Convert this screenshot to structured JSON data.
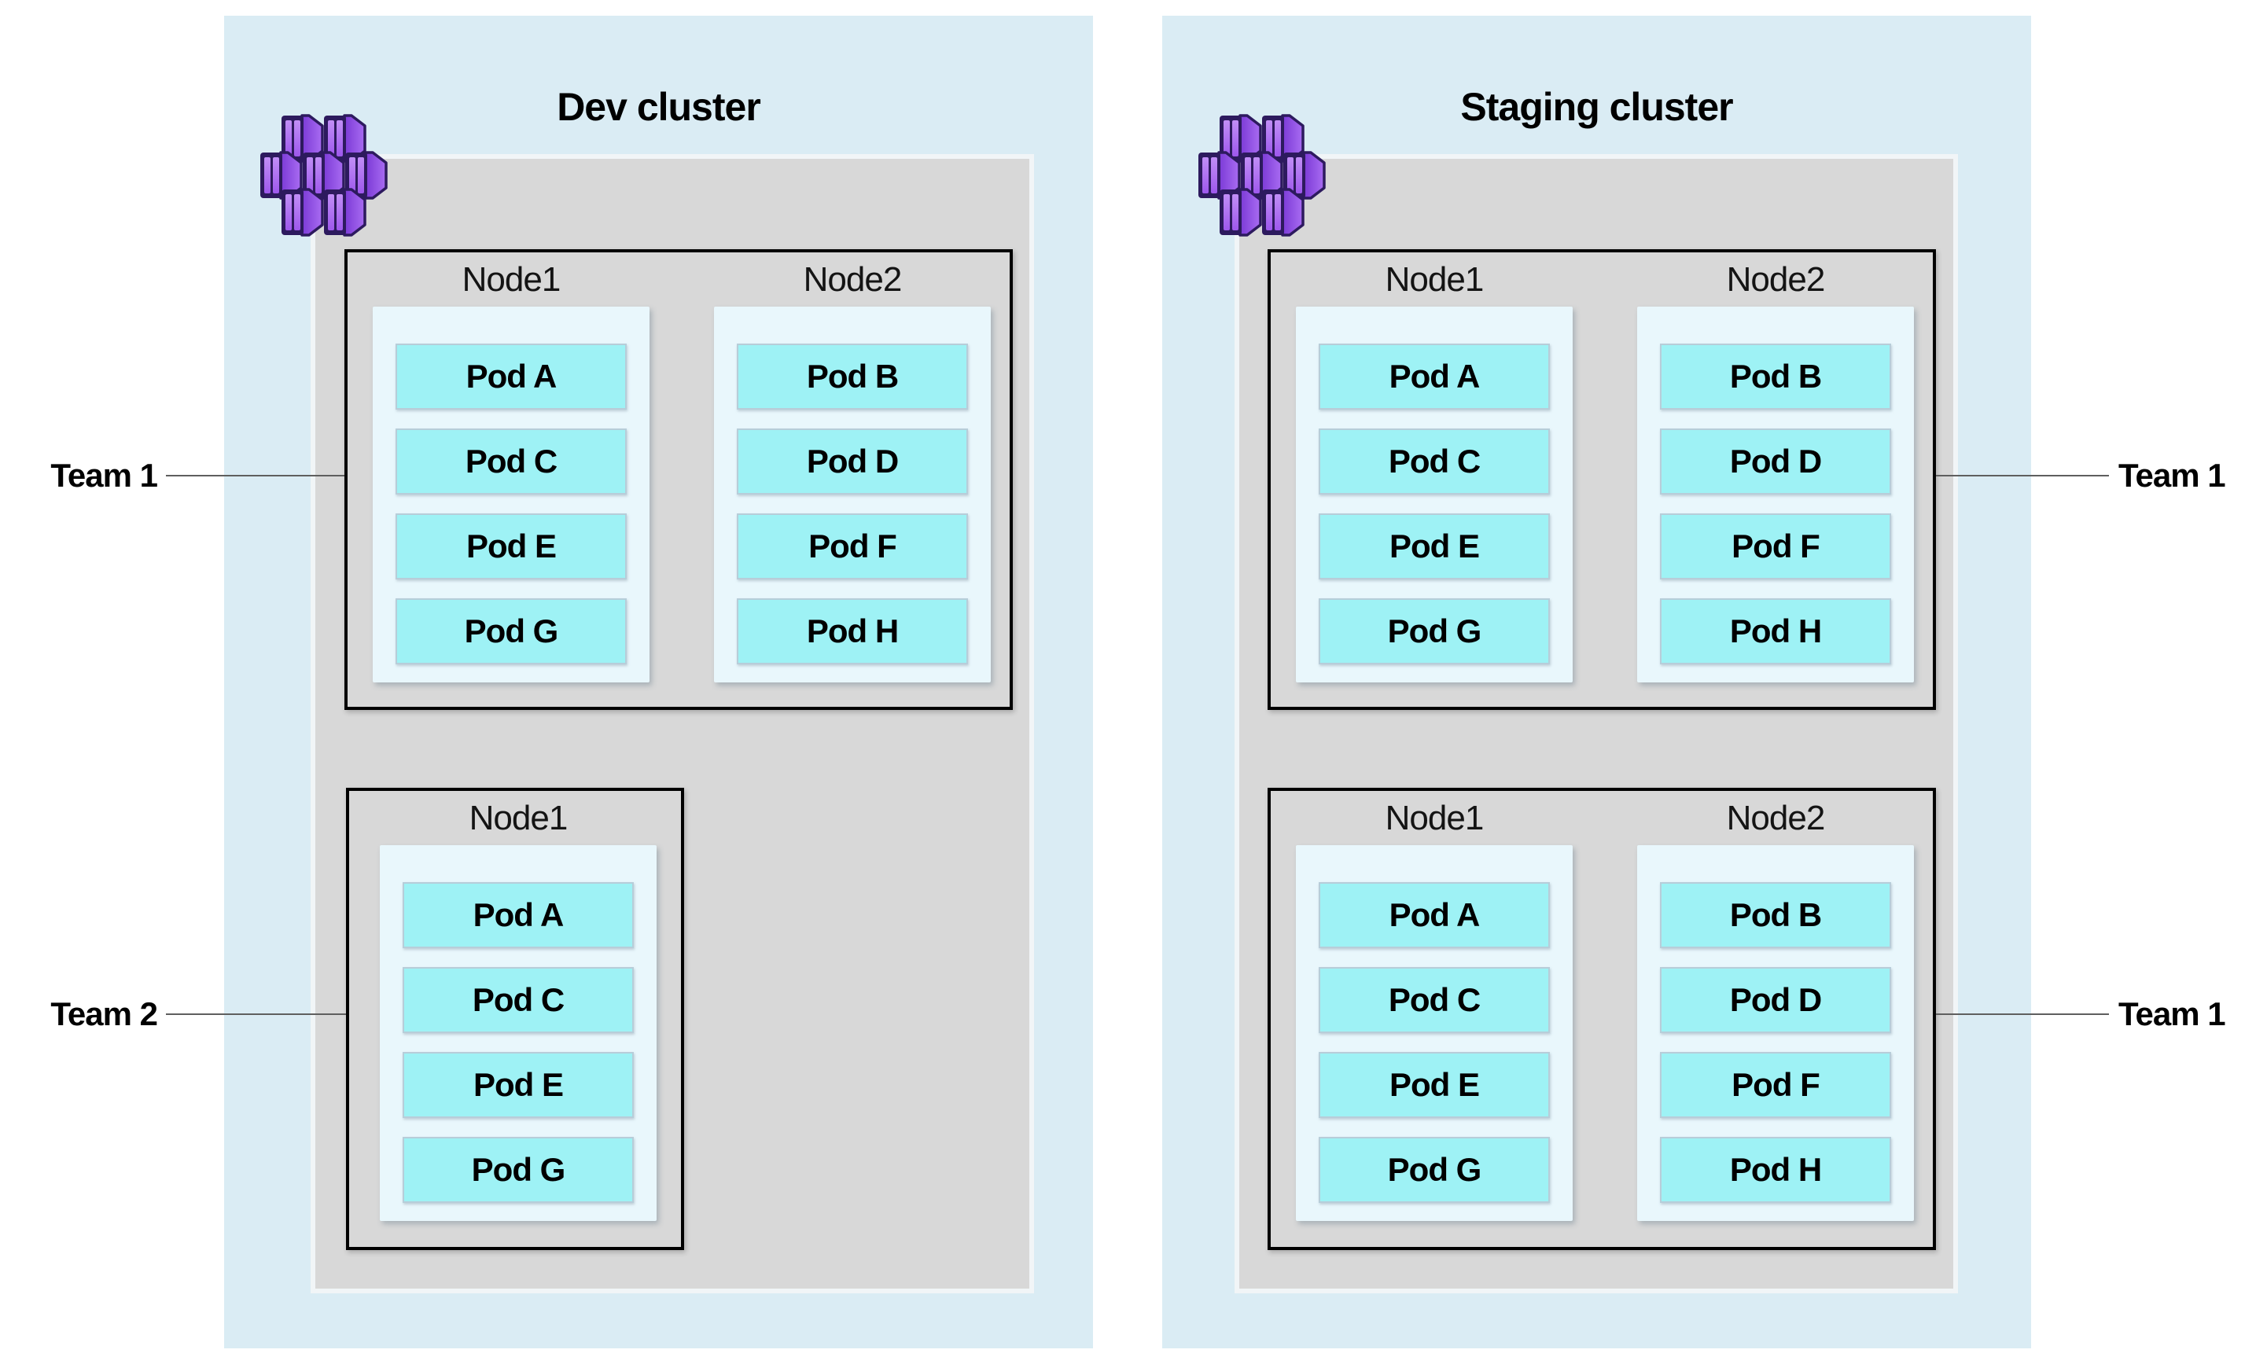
{
  "clusters": [
    {
      "title": "Dev cluster",
      "groups": [
        {
          "team": "Team 1",
          "side": "left",
          "nodes": [
            {
              "name": "Node1",
              "pods": [
                "Pod A",
                "Pod C",
                "Pod E",
                "Pod G"
              ]
            },
            {
              "name": "Node2",
              "pods": [
                "Pod B",
                "Pod D",
                "Pod F",
                "Pod H"
              ]
            }
          ]
        },
        {
          "team": "Team 2",
          "side": "left",
          "nodes": [
            {
              "name": "Node1",
              "pods": [
                "Pod A",
                "Pod C",
                "Pod E",
                "Pod G"
              ]
            }
          ]
        }
      ]
    },
    {
      "title": "Staging cluster",
      "groups": [
        {
          "team": "Team 1",
          "side": "right",
          "nodes": [
            {
              "name": "Node1",
              "pods": [
                "Pod A",
                "Pod C",
                "Pod E",
                "Pod G"
              ]
            },
            {
              "name": "Node2",
              "pods": [
                "Pod B",
                "Pod D",
                "Pod F",
                "Pod H"
              ]
            }
          ]
        },
        {
          "team": "Team 1",
          "side": "right",
          "nodes": [
            {
              "name": "Node1",
              "pods": [
                "Pod A",
                "Pod C",
                "Pod E",
                "Pod G"
              ]
            },
            {
              "name": "Node2",
              "pods": [
                "Pod B",
                "Pod D",
                "Pod F",
                "Pod H"
              ]
            }
          ]
        }
      ]
    }
  ],
  "icon": {
    "name": "containers-icon",
    "units": 7
  },
  "colors": {
    "panel_bg": "#daecf4",
    "pool_bg": "#d8d8d8",
    "pool_edge": "#f1f5f7",
    "box_border": "#000000",
    "node_bg": "#e9f7fc",
    "pod_bg": "#9ef2f5",
    "pod_border": "#b7cdd9",
    "connector": "#5f5f5f",
    "icon_outline": "#2d1a5e",
    "icon_body": "#7b3ad6",
    "icon_panel": "#b983f5"
  }
}
